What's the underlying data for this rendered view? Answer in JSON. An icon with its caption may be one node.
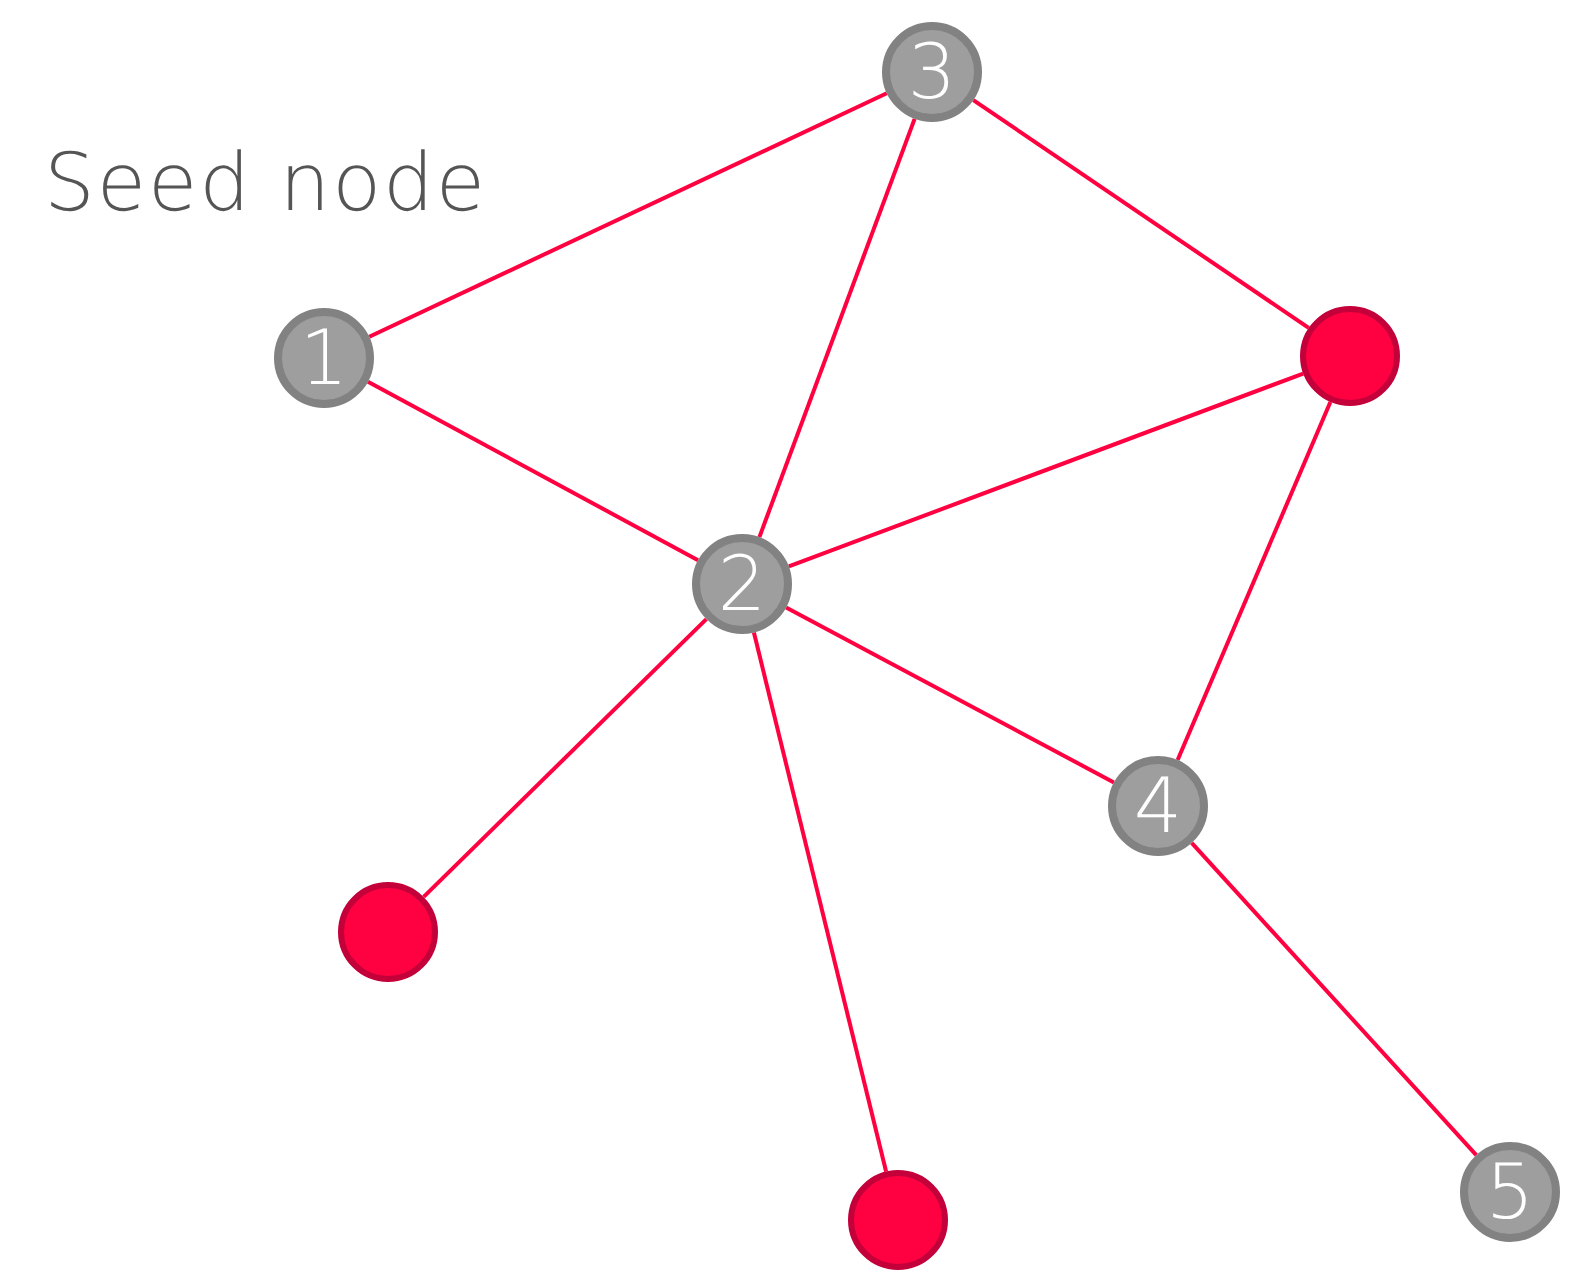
{
  "diagram": {
    "nodes": [
      {
        "text": [
          "3"
        ]
      },
      {
        "text": [
          "1"
        ],
        "beside": [
          "Seed node"
        ]
      },
      {
        "text": [],
        "shape": "circle"
      },
      {
        "text": [
          "2"
        ]
      },
      {
        "text": [
          "4"
        ]
      },
      {
        "text": [],
        "shape": "circle"
      },
      {
        "text": [],
        "shape": "circle"
      },
      {
        "text": [
          "5"
        ]
      }
    ],
    "edges": [
      {
        "from": 1,
        "to": 0,
        "arrow": "none"
      },
      {
        "from": 0,
        "to": 3,
        "arrow": "none"
      },
      {
        "from": 0,
        "to": 2,
        "arrow": "none"
      },
      {
        "from": 1,
        "to": 3,
        "arrow": "none"
      },
      {
        "from": 3,
        "to": 2,
        "arrow": "none"
      },
      {
        "from": 2,
        "to": 4,
        "arrow": "none"
      },
      {
        "from": 3,
        "to": 4,
        "arrow": "none"
      },
      {
        "from": 3,
        "to": 5,
        "arrow": "none"
      },
      {
        "from": 3,
        "to": 6,
        "arrow": "none"
      },
      {
        "from": 4,
        "to": 7,
        "arrow": "none"
      }
    ]
  }
}
